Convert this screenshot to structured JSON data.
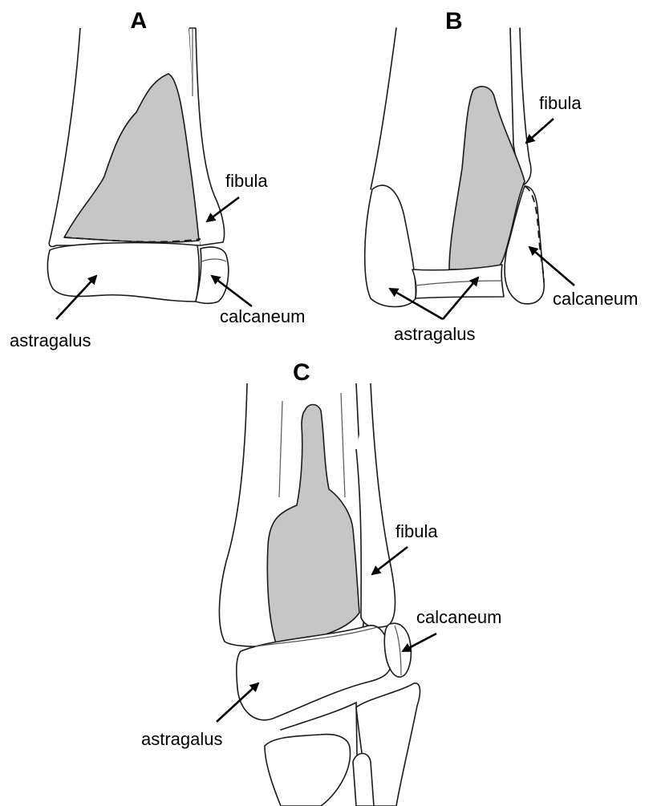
{
  "panels": {
    "a": {
      "letter": "A",
      "labels": {
        "fibula": "fibula",
        "calcaneum": "calcaneum",
        "astragalus": "astragalus"
      }
    },
    "b": {
      "letter": "B",
      "labels": {
        "fibula": "fibula",
        "calcaneum": "calcaneum",
        "astragalus": "astragalus"
      }
    },
    "c": {
      "letter": "C",
      "labels": {
        "fibula": "fibula",
        "calcaneum": "calcaneum",
        "astragalus": "astragalus"
      }
    }
  },
  "colors": {
    "shaded_region": "#c6c6c6",
    "outline": "#1a1a1a",
    "background": "#ffffff"
  }
}
